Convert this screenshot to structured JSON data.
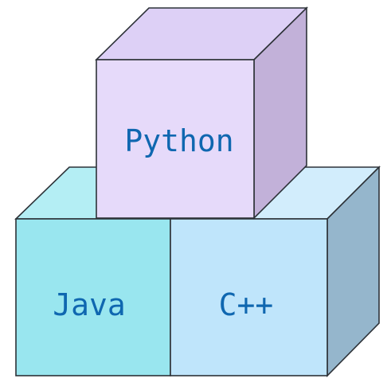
{
  "blocks": {
    "top": {
      "label": "Python",
      "colors": {
        "front": "#e6dafa",
        "top": "#ddd0f6",
        "side": "#c2b1d9"
      }
    },
    "bottom_left": {
      "label": "Java",
      "colors": {
        "front": "#99e6ef",
        "top": "#b4eef4"
      }
    },
    "bottom_right": {
      "label": "C++",
      "colors": {
        "front": "#bfe5fb",
        "top": "#d2edfc",
        "side": "#95b6cc"
      }
    },
    "edge_color": "#2d3238",
    "label_color": "#0f67b0"
  }
}
